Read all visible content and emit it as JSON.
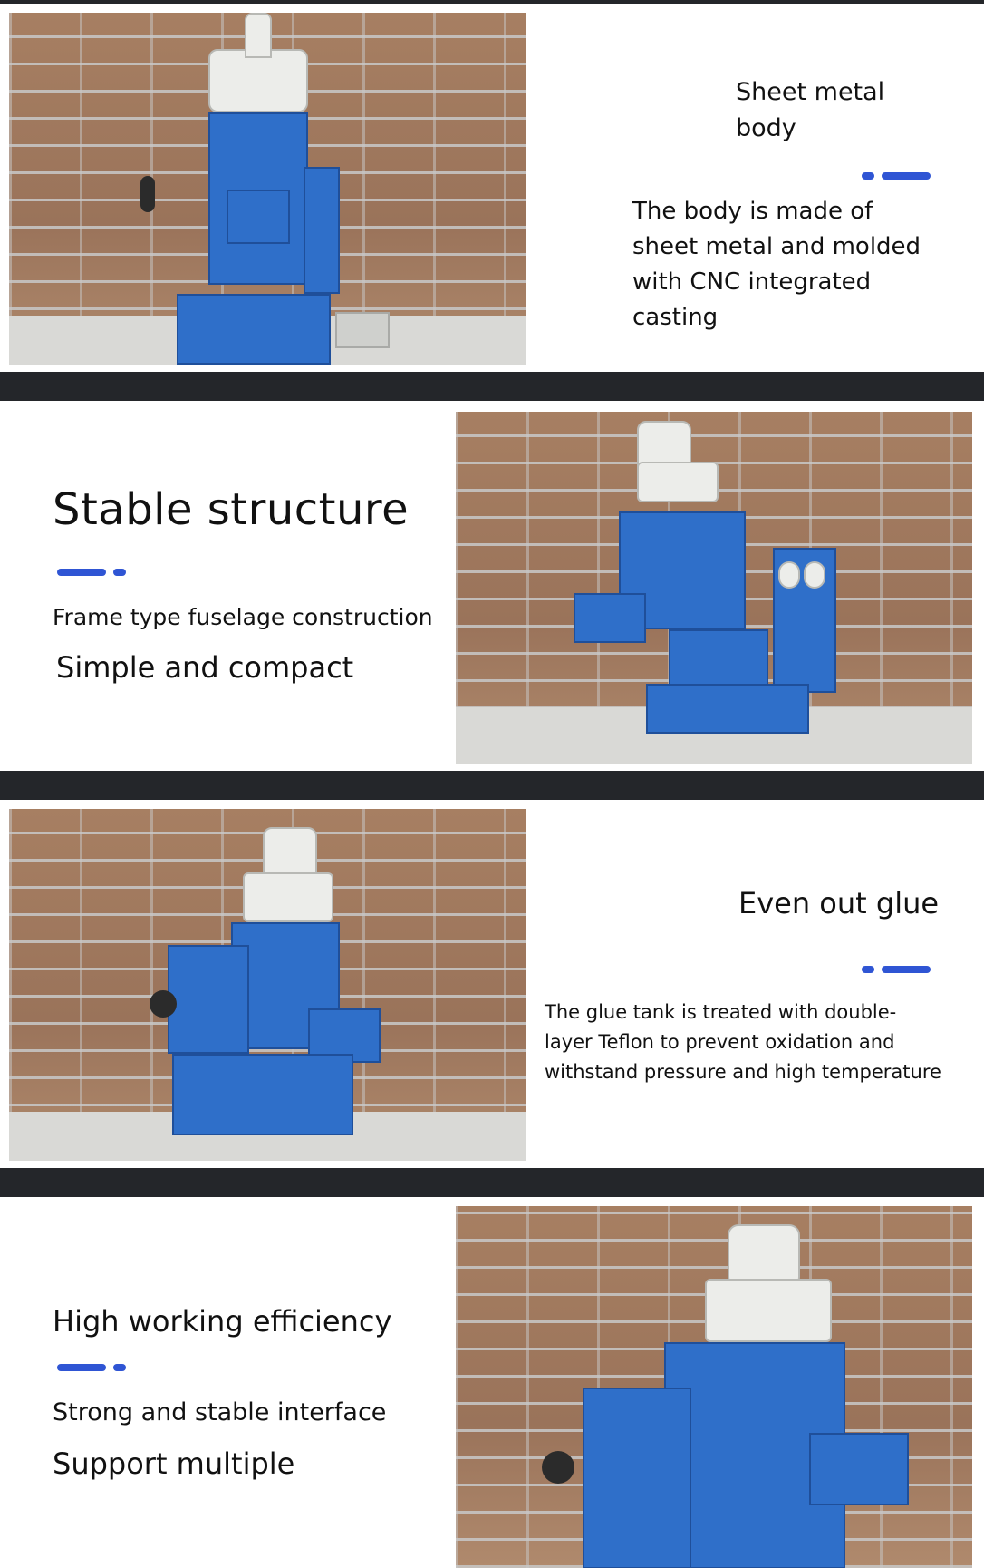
{
  "colors": {
    "accent": "#2f55d4",
    "separator": "#24262a",
    "machine_blue": "#2f6fc9"
  },
  "sections": [
    {
      "title": "Sheet metal\nbody",
      "description": "The body is made of sheet metal and molded with CNC integrated casting"
    },
    {
      "title": "Stable structure",
      "line1": "Frame type fuselage construction",
      "line2": "Simple and compact"
    },
    {
      "title": "Even out glue",
      "description": "The glue tank is treated with double-layer Teflon to prevent oxidation and withstand pressure and high temperature"
    },
    {
      "title": "High working efficiency",
      "line1": "Strong and stable interface",
      "line2": "Support multiple"
    }
  ]
}
